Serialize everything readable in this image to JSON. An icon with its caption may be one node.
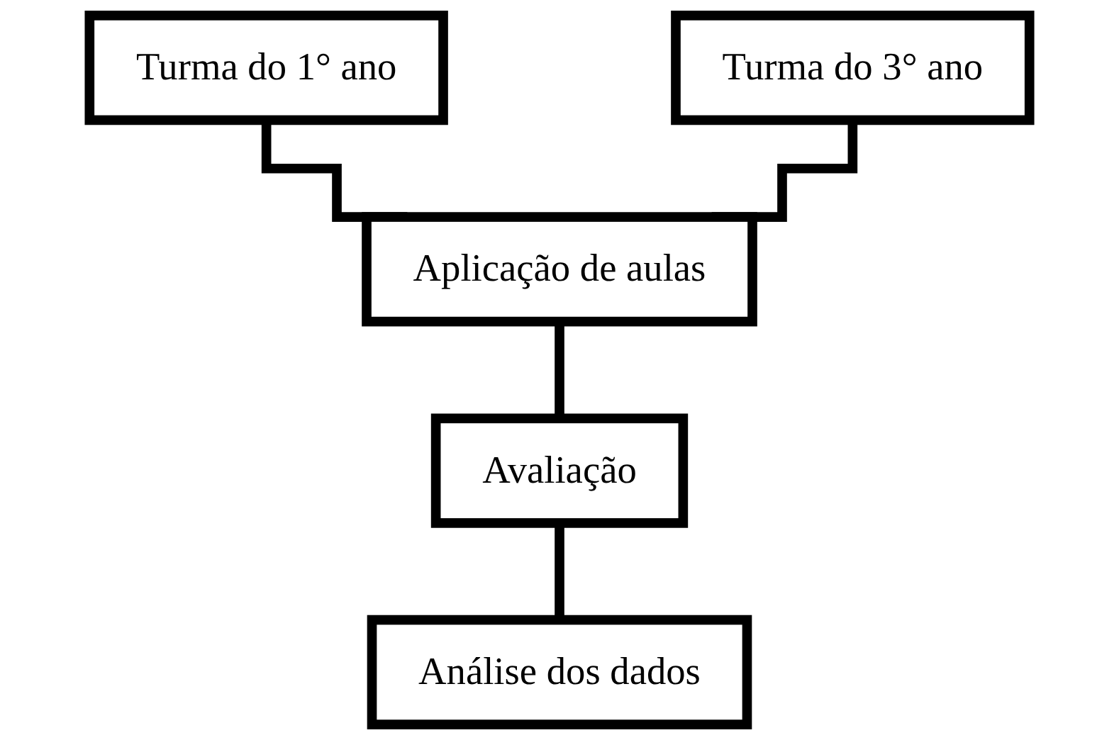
{
  "diagram": {
    "nodes": [
      {
        "text": [
          "Turma do 1° ano"
        ]
      },
      {
        "text": [
          "Turma do 3° ano"
        ]
      },
      {
        "text": [
          "Aplicação de aulas"
        ]
      },
      {
        "text": [
          "Avaliação"
        ]
      },
      {
        "text": [
          "Análise dos dados"
        ]
      }
    ],
    "edges": [
      {
        "from": 0,
        "to": 2,
        "arrow": "none"
      },
      {
        "from": 1,
        "to": 2,
        "arrow": "none"
      },
      {
        "from": 2,
        "to": 3,
        "arrow": "none"
      },
      {
        "from": 3,
        "to": 4,
        "arrow": "none"
      }
    ]
  }
}
